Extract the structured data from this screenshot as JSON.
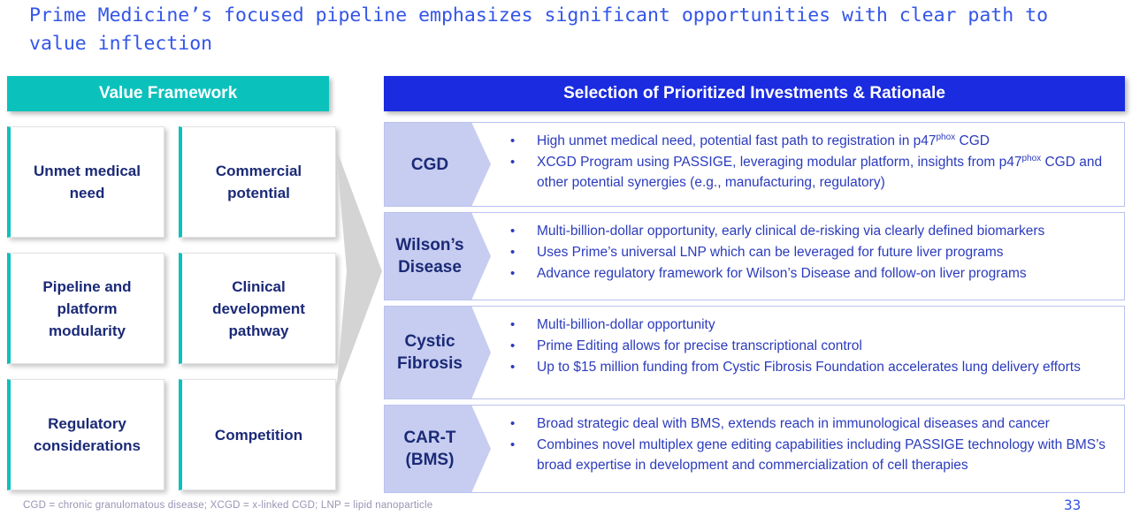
{
  "slide": {
    "title": "Prime Medicine’s focused pipeline emphasizes significant opportunities with clear path to value inflection",
    "footnote": "CGD = chronic granulomatous disease; XCGD = x-linked CGD; LNP = lipid nanoparticle",
    "page_number": "33",
    "colors": {
      "title_blue": "#3355e8",
      "teal": "#0bc1bc",
      "header_blue": "#1a2be0",
      "tag_lavender": "#c7cdf0",
      "navy_text": "#1b2a77",
      "body_blue": "#2b3bbd",
      "card_border": "#b9c2ef",
      "arrow_gray": "#d4d4d4",
      "footnote_gray": "#9a93b5"
    }
  },
  "left_panel": {
    "header": "Value Framework",
    "boxes": [
      {
        "label": "Unmet medical need"
      },
      {
        "label": "Commercial potential"
      },
      {
        "label": "Pipeline and platform modularity"
      },
      {
        "label": "Clinical development pathway"
      },
      {
        "label": "Regulatory considerations"
      },
      {
        "label": "Competition"
      }
    ]
  },
  "right_panel": {
    "header": "Selection of Prioritized Investments & Rationale",
    "rows": [
      {
        "tag": "CGD",
        "bullets": [
          {
            "pre": "High unmet medical need, potential fast path to registration in p47",
            "sup": "phox",
            "post": " CGD"
          },
          {
            "pre": "XCGD Program using PASSIGE, leveraging modular platform, insights from p47",
            "sup": "phox",
            "post": " CGD and other potential synergies (e.g., manufacturing, regulatory)"
          }
        ]
      },
      {
        "tag": "Wilson’s Disease",
        "bullets": [
          {
            "pre": "Multi-billion-dollar opportunity, early clinical de-risking via clearly defined biomarkers",
            "sup": "",
            "post": ""
          },
          {
            "pre": "Uses Prime’s universal LNP which can be leveraged for future liver programs",
            "sup": "",
            "post": ""
          },
          {
            "pre": "Advance regulatory framework for Wilson’s Disease and follow-on liver programs",
            "sup": "",
            "post": ""
          }
        ]
      },
      {
        "tag": "Cystic Fibrosis",
        "bullets": [
          {
            "pre": "Multi-billion-dollar opportunity",
            "sup": "",
            "post": ""
          },
          {
            "pre": "Prime Editing allows for precise transcriptional control",
            "sup": "",
            "post": ""
          },
          {
            "pre": "Up to $15 million funding from Cystic Fibrosis Foundation accelerates lung delivery efforts",
            "sup": "",
            "post": ""
          }
        ]
      },
      {
        "tag": "CAR-T (BMS)",
        "bullets": [
          {
            "pre": "Broad strategic deal with BMS, extends reach in immunological diseases and cancer",
            "sup": "",
            "post": ""
          },
          {
            "pre": "Combines novel multiplex gene editing capabilities including PASSIGE technology with BMS’s broad expertise in development and commercialization of cell therapies",
            "sup": "",
            "post": ""
          }
        ]
      }
    ],
    "bullet_glyph": "•"
  }
}
